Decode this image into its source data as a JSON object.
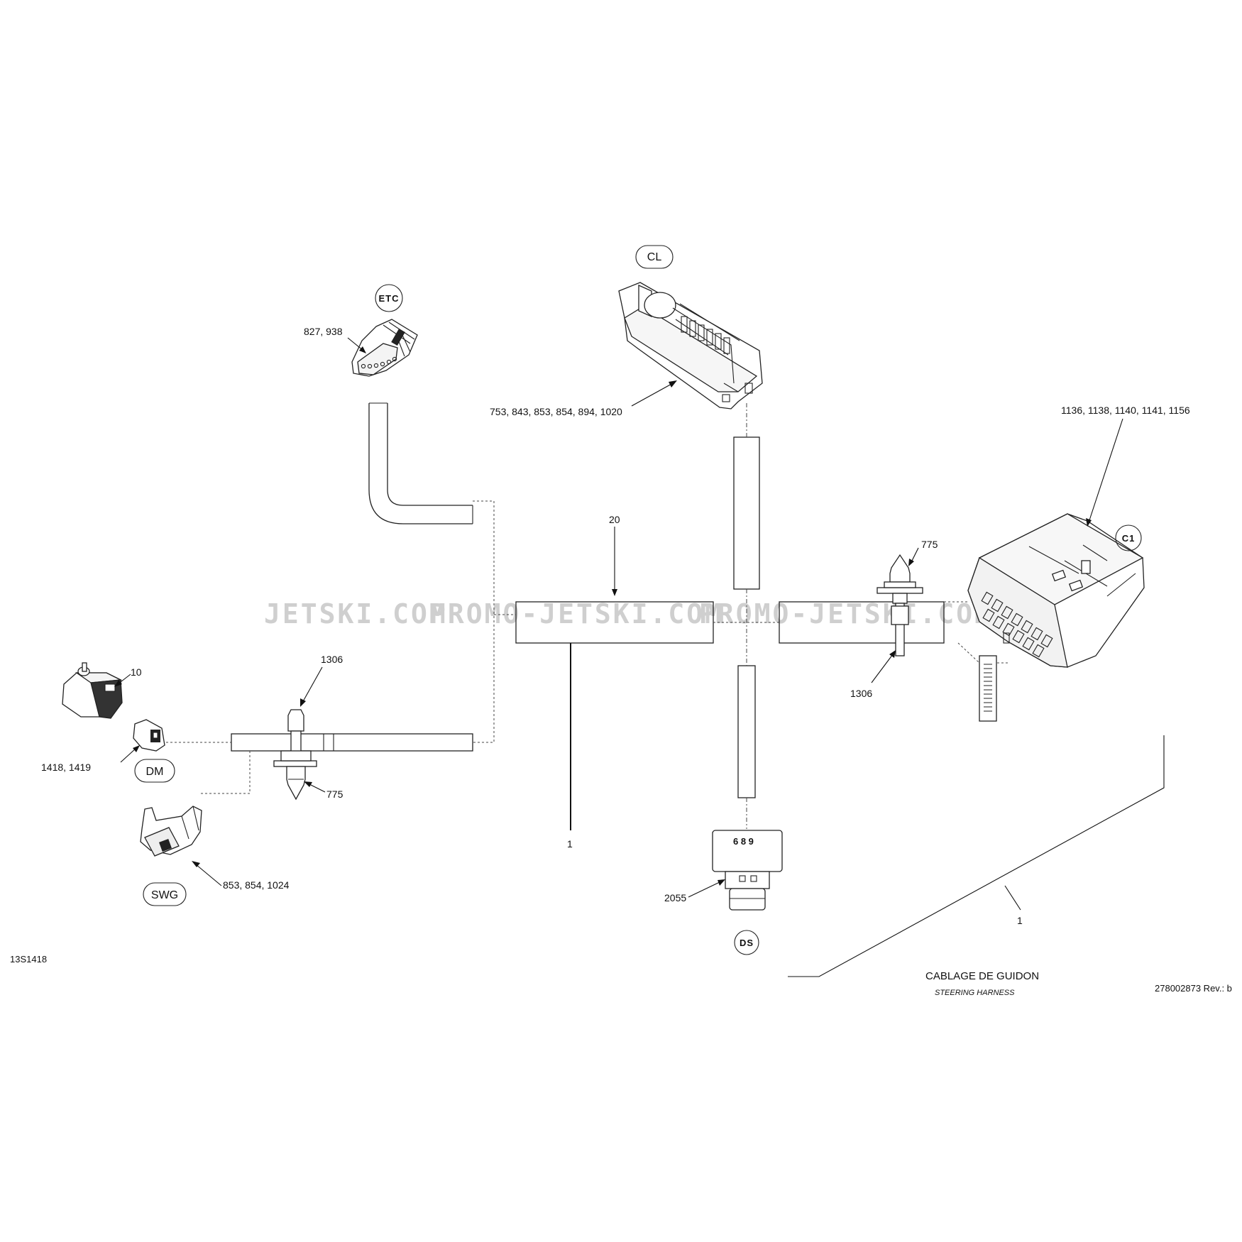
{
  "diagram": {
    "tags": {
      "etc": "ETC",
      "cl": "CL",
      "c1": "C1",
      "dm": "DM",
      "swg": "SWG",
      "ds": "DS"
    },
    "callouts": {
      "etc_parts": "827, 938",
      "cl_parts": "753, 843, 853, 854, 894, 1020",
      "c1_parts": "1136, 1138, 1140, 1141, 1156",
      "sleeve_top": "20",
      "clip_right_top": "775",
      "clip_right_bottom": "1306",
      "clip_left_top": "1306",
      "clip_left_bottom": "775",
      "dm_switch": "10",
      "dm_parts": "1418, 1419",
      "swg_parts": "853, 854, 1024",
      "main_harness": "1",
      "ds_part": "2055",
      "ds_pins": "6 8 9",
      "bracket_harness": "1"
    },
    "drawing_id": "13S1418",
    "title": "CABLAGE DE GUIDON",
    "subtitle": "STEERING HARNESS",
    "revision": "278002873 Rev.: b"
  },
  "watermarks": [
    "JETSKI.COM",
    "PROMO-JETSKI.COM",
    "PROMO-JETSKI.COM"
  ],
  "colors": {
    "line": "#222222",
    "watermark": "#cfcfcf",
    "background": "#ffffff"
  }
}
